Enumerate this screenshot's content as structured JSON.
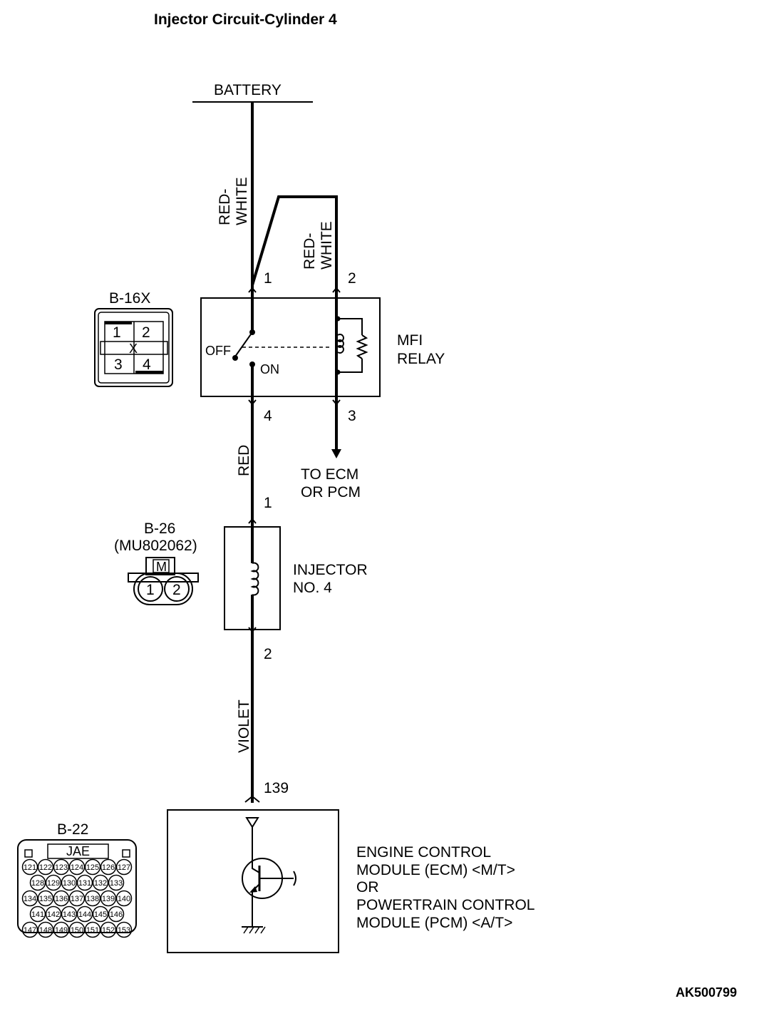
{
  "title": "Injector Circuit-Cylinder 4",
  "battery_label": "BATTERY",
  "wires": {
    "red_white_1": [
      "RED-",
      "WHITE"
    ],
    "red_white_2": [
      "RED-",
      "WHITE"
    ],
    "red": "RED",
    "violet": "VIOLET"
  },
  "mfi_relay": {
    "label": [
      "MFI",
      "RELAY"
    ],
    "pins": {
      "p1": "1",
      "p2": "2",
      "p3": "3",
      "p4": "4"
    },
    "off_label": "OFF",
    "on_label": "ON",
    "to_label": [
      "TO ECM",
      "OR PCM"
    ]
  },
  "connector_b16x": {
    "name": "B-16X",
    "cells": [
      "1",
      "2",
      "3",
      "4"
    ],
    "mark": "X"
  },
  "injector": {
    "label": [
      "INJECTOR",
      "NO. 4"
    ],
    "pins": {
      "p1": "1",
      "p2": "2"
    }
  },
  "connector_b26": {
    "name": "B-26",
    "part": "(MU802062)",
    "pins": [
      "1",
      "2"
    ],
    "mark": "M"
  },
  "ecm": {
    "pin": "139",
    "label": [
      "ENGINE CONTROL",
      "MODULE (ECM) <M/T>",
      "OR",
      "POWERTRAIN CONTROL",
      "MODULE (PCM) <A/T>"
    ]
  },
  "connector_b22": {
    "name": "B-22",
    "brand": "JAE",
    "rows": [
      [
        "121",
        "122",
        "123",
        "124",
        "125",
        "126",
        "127"
      ],
      [
        "128",
        "129",
        "130",
        "131",
        "132",
        "133"
      ],
      [
        "134",
        "135",
        "136",
        "137",
        "138",
        "139",
        "140"
      ],
      [
        "141",
        "142",
        "143",
        "144",
        "145",
        "146"
      ],
      [
        "147",
        "148",
        "149",
        "150",
        "151",
        "152",
        "153"
      ]
    ]
  },
  "figure_code": "AK500799"
}
